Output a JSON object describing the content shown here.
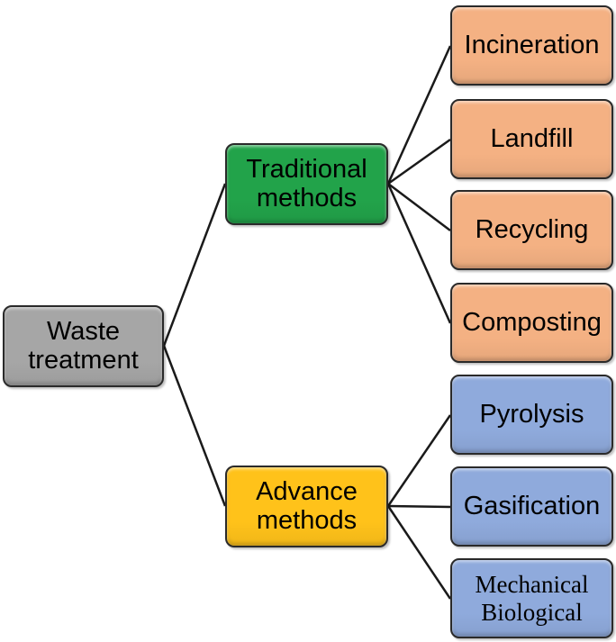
{
  "colors": {
    "root_fill": "#a6a6a6",
    "traditional_fill": "#22a34a",
    "advance_fill": "#ffc21a",
    "traditional_leaf_fill": "#f4b183",
    "advance_leaf_fill": "#8faadc",
    "border": "#2a2a2a",
    "connector": "#1a1a1a"
  },
  "root": {
    "lines": [
      "Waste",
      "treatment"
    ]
  },
  "branches": [
    {
      "key": "traditional",
      "lines": [
        "Traditional",
        "methods"
      ],
      "children": [
        {
          "lines": [
            "Incineration"
          ]
        },
        {
          "lines": [
            "Landfill"
          ]
        },
        {
          "lines": [
            "Recycling"
          ]
        },
        {
          "lines": [
            "Composting"
          ]
        }
      ]
    },
    {
      "key": "advance",
      "lines": [
        "Advance",
        "methods"
      ],
      "children": [
        {
          "lines": [
            "Pyrolysis"
          ]
        },
        {
          "lines": [
            "Gasification"
          ]
        },
        {
          "lines": [
            "Mechanical",
            "Biological"
          ]
        }
      ]
    }
  ]
}
